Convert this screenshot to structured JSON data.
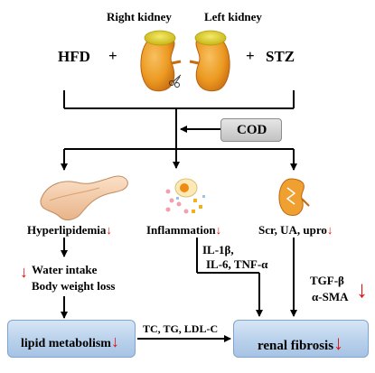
{
  "kidneys": {
    "right_label": "Right kidney",
    "left_label": "Left kidney"
  },
  "treatments": {
    "left": "HFD",
    "left_plus": "+",
    "right_plus": "+",
    "right": "STZ"
  },
  "cod_label": "COD",
  "branches": {
    "hyperlipidemia": {
      "label": "Hyperlipidemia",
      "trend": "↓"
    },
    "inflammation": {
      "label": "Inflammation",
      "trend": "↓"
    },
    "renal_markers": {
      "label": "Scr, UA, upro",
      "trend": "↓"
    }
  },
  "cytokines": {
    "line1": "IL-1β,",
    "line2": "IL-6, TNF-α"
  },
  "symptoms": {
    "trend": "↓",
    "line1": "Water intake",
    "line2": "Body weight loss"
  },
  "fibrosis_markers": {
    "line1": "TGF-β",
    "line2": "α-SMA",
    "trend": "↓"
  },
  "lipid_box": {
    "label": "lipid metabolism",
    "trend": "↓"
  },
  "lipid_link": "TC, TG, LDL-C",
  "fibrosis_box": {
    "label": "renal fibrosis",
    "trend": "↓"
  },
  "colors": {
    "down_arrow": "#e01010",
    "box_fill": "#b6cfea",
    "box_border": "#7ea4d0",
    "cod_fill": "#cfcfcf",
    "kidney": "#f0a020",
    "fat": "#e8d22a"
  }
}
